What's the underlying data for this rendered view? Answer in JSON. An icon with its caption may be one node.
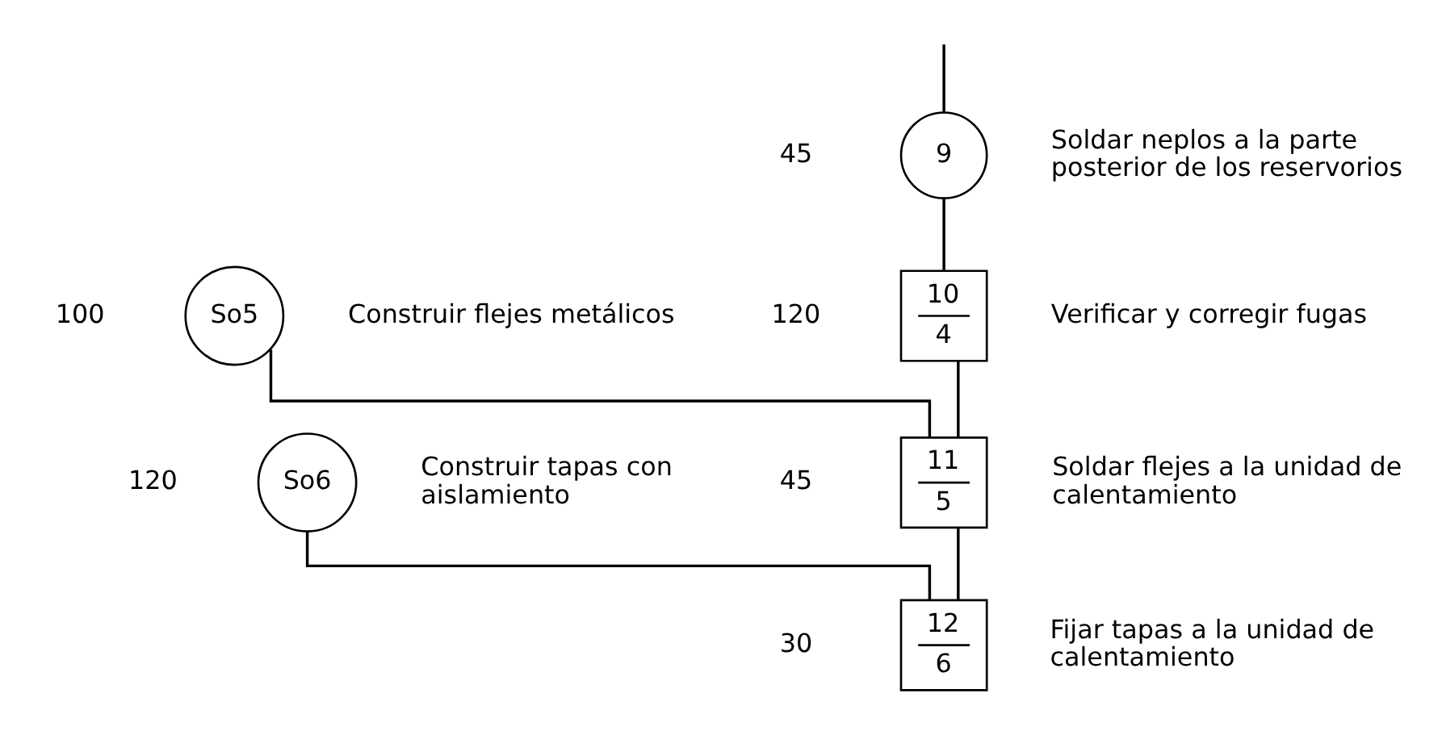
{
  "diagram": {
    "nodes": [
      {
        "text": [
          "9"
        ],
        "beside": [
          "45",
          "Soldar neplos a la parte posterior de los reservorios"
        ]
      },
      {
        "text": [
          "So5"
        ],
        "beside": [
          "100",
          "Construir flejes metálicos"
        ]
      },
      {
        "text": [
          "10",
          "4"
        ],
        "beside": [
          "120",
          "Verificar y corregir fugas"
        ]
      },
      {
        "text": [
          "So6"
        ],
        "beside": [
          "120",
          "Construir tapas con aislamiento"
        ]
      },
      {
        "text": [
          "11",
          "5"
        ],
        "beside": [
          "45",
          "Soldar flejes a la unidad de calentamiento"
        ]
      },
      {
        "text": [
          "12",
          "6"
        ],
        "beside": [
          "30",
          "Fijar tapas a la unidad de calentamiento"
        ]
      }
    ],
    "edges": [
      {
        "from": null,
        "to": 0,
        "arrow": "none"
      },
      {
        "from": 0,
        "to": 2,
        "arrow": "none"
      },
      {
        "from": 2,
        "to": 4,
        "arrow": "none"
      },
      {
        "from": 1,
        "to": 4,
        "arrow": "none"
      },
      {
        "from": 4,
        "to": 5,
        "arrow": "none"
      },
      {
        "from": 3,
        "to": 5,
        "arrow": "none"
      }
    ]
  }
}
